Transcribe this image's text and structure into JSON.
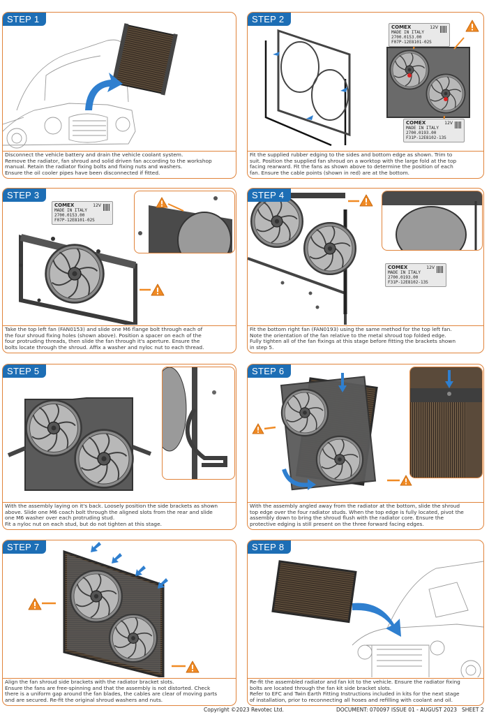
{
  "colors": {
    "accent": "#e0833a",
    "badge": "#1d6eb5",
    "arrow_blue": "#2f7fcf",
    "warning": "#f08a24"
  },
  "steps": [
    {
      "badge": "STEP 1",
      "lines": [
        "Disconnect the vehicle battery and drain the vehicle coolant system.",
        "Remove the radiator, fan shroud and solid driven fan according to the workshop",
        "manual. Retain the radiator fixing bolts and fixing nuts and washers.",
        "Ensure the oil cooler pipes have been disconnected if fitted."
      ]
    },
    {
      "badge": "STEP 2",
      "lines": [
        "Fit the supplied rubber edging to the sides and bottom edge as shown. Trim to",
        "suit. Position the supplied fan shroud on a worktop with the large fold at the top",
        "facing rearward. Fit the fans as shown above to determine the position of each",
        "fan. Ensure the cable points (shown in red) are at the bottom."
      ]
    },
    {
      "badge": "STEP 3",
      "lines": [
        "Take the top left fan (FAN0153) and slide one M6 flange bolt through each of",
        "the four shroud fixing holes (shown above). Position a spacer on each of the",
        "four protruding threads, then slide the fan through it's aperture. Ensure the",
        "bolts locate through the shroud. Affix a washer and nyloc nut to each thread."
      ]
    },
    {
      "badge": "STEP 4",
      "lines": [
        "Fit the bottom right fan (FAN0193) using the same method for the top left fan.",
        "Note the orientation of the fan relative to the metal shroud top folded edge.",
        "Fully tighten all of the fan fixings at this stage before fitting the brackets shown",
        "in step 5."
      ]
    },
    {
      "badge": "STEP 5",
      "lines": [
        "With the assembly laying on it's back. Loosely position the side brackets as shown",
        "above. Slide one M6 coach bolt through the aligned slots from the rear and slide",
        "one M6 washer over each protruding stud.",
        "Fit a nyloc nut on each stud, but do not tighten at this stage."
      ]
    },
    {
      "badge": "STEP 6",
      "lines": [
        "With the assembly angled away from the radiator at the bottom, slide the shroud",
        "top edge over the four radiator studs. When the top edge is fully located, pivot the",
        "assembly down to bring the shroud flush with the radiator core. Ensure the",
        "protective edging is still present on the three forward facing edges."
      ]
    },
    {
      "badge": "STEP 7",
      "lines": [
        "Align the fan shroud side brackets with the radiator bracket slots.",
        "Ensure the fans are free-spinning and that the assembly is not distorted. Check",
        "there is a uniform gap around the fan blades, the cables are clear of moving parts",
        "and are secured. Re-fit the original shroud washers and nuts."
      ]
    },
    {
      "badge": "STEP 8",
      "lines": [
        "Re-fit the assembled radiator and fan kit to the vehicle. Ensure the radiator fixing",
        "bolts are located through the fan kit side bracket slots.",
        "Refer to EFC and Twin Earth Fitting Instructions included in kits for the next stage",
        "of installation, prior to reconnecting all hoses and refilling with coolant and oil."
      ]
    }
  ],
  "labels": {
    "brand": "COMEX",
    "voltage": "12V",
    "made_in": "MADE IN ITALY",
    "fan0153_code": "2700.0153.00",
    "fan0153_serial": "F07P-12E8101-02S",
    "fan0193_code": "2700.0193.00",
    "fan0193_serial": "F31P-12E8102-13S"
  },
  "footer": {
    "copyright": "Copyright ©2023 Revotec Ltd.",
    "document": "DOCUMENT: 070097 ISSUE 01 - AUGUST 2023",
    "sheet": "SHEET 2"
  }
}
